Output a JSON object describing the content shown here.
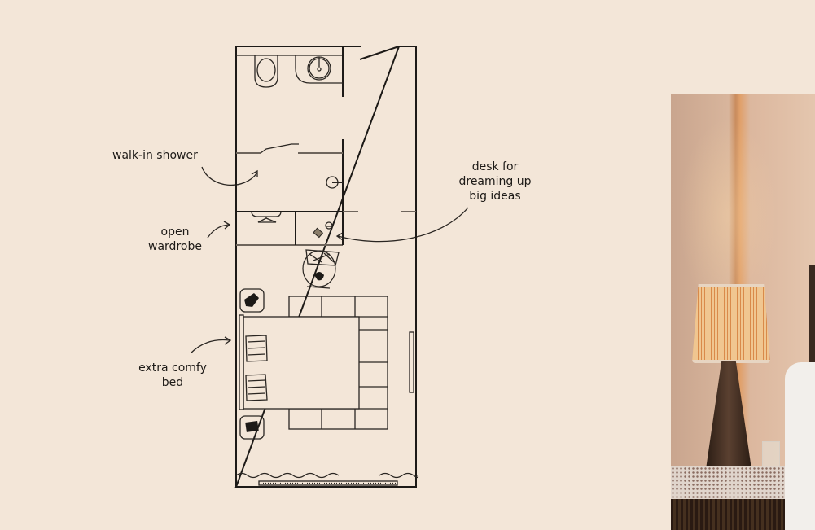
{
  "annotations": {
    "shower": "walk-in shower",
    "desk": [
      "desk for",
      "dreaming up",
      "big ideas"
    ],
    "wardrobe": [
      "open",
      "wardrobe"
    ],
    "bed": [
      "extra comfy",
      "bed"
    ]
  },
  "colors": {
    "background": "#f3e6d8",
    "line": "#1d1a17"
  }
}
